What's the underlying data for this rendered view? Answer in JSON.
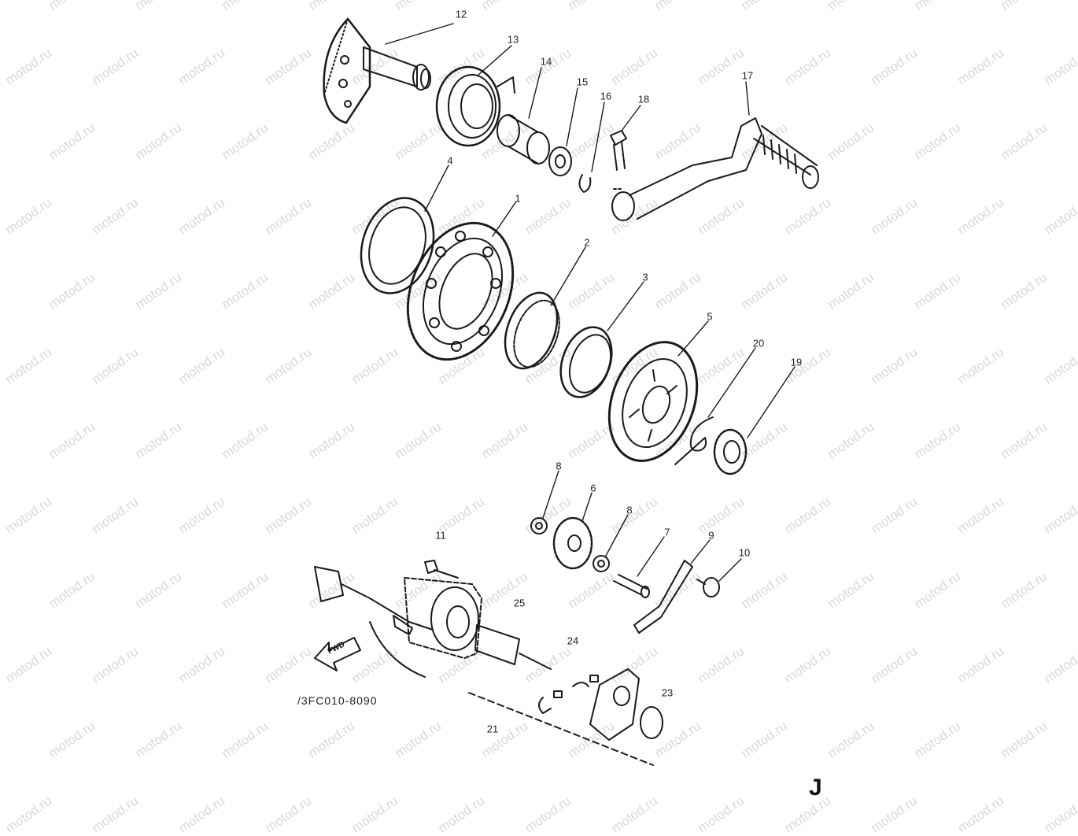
{
  "watermark": "motod.ru",
  "diagram_code": "/3FC010-8090",
  "page_letter": "J",
  "fwd_label": "FWD",
  "callouts": [
    "12",
    "13",
    "14",
    "15",
    "16",
    "18",
    "17",
    "4",
    "1",
    "2",
    "3",
    "5",
    "20",
    "19",
    "8",
    "6",
    "8",
    "7",
    "9",
    "10",
    "11",
    "25",
    "24",
    "23",
    "21"
  ]
}
